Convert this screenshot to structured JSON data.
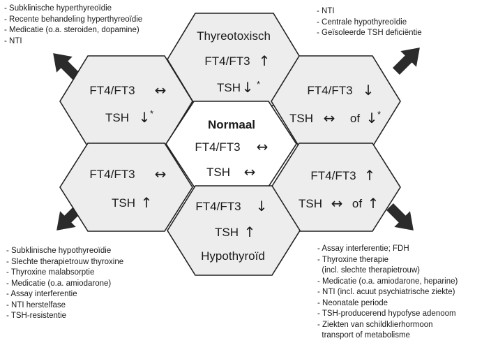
{
  "hexagons": {
    "top": {
      "title": "Thyreotoxisch",
      "ft4_label": "FT4/FT3",
      "ft4_symbol": "↑",
      "tsh_label": "TSH",
      "tsh_symbol": "↓",
      "tsh_note": "*"
    },
    "upper_left": {
      "ft4_label": "FT4/FT3",
      "ft4_symbol": "↔",
      "tsh_label": "TSH",
      "tsh_symbol": "↓",
      "tsh_note": "*"
    },
    "upper_right": {
      "ft4_label": "FT4/FT3",
      "ft4_symbol": "↓",
      "tsh_label": "TSH",
      "tsh_symbol": "↔",
      "tsh_of": "of",
      "tsh_symbol2": "↓",
      "tsh_note": "*"
    },
    "center": {
      "title": "Normaal",
      "ft4_label": "FT4/FT3",
      "ft4_symbol": "↔",
      "tsh_label": "TSH",
      "tsh_symbol": "↔"
    },
    "lower_left": {
      "ft4_label": "FT4/FT3",
      "ft4_symbol": "↔",
      "tsh_label": "TSH",
      "tsh_symbol": "↑"
    },
    "lower_right": {
      "ft4_label": "FT4/FT3",
      "ft4_symbol": "↑",
      "tsh_label": "TSH",
      "tsh_symbol": "↔",
      "tsh_of": "of",
      "tsh_symbol2": "↑"
    },
    "bottom": {
      "title": "Hypothyroïd",
      "ft4_label": "FT4/FT3",
      "ft4_symbol": "↓",
      "tsh_label": "TSH",
      "tsh_symbol": "↑"
    }
  },
  "notes": {
    "top_left": [
      "- Subklinische hyperthyreoïdie",
      "- Recente behandeling hyperthyreoïdie",
      "- Medicatie (o.a. steroiden, dopamine)",
      "- NTI"
    ],
    "top_right": [
      "- NTI",
      "- Centrale hypothyreoïdie",
      "- Geïsoleerde TSH deficiëntie"
    ],
    "bottom_left": [
      "- Subklinische hypothyreoïdie",
      "- Slechte therapietrouw thyroxine",
      "- Thyroxine malabsorptie",
      "- Medicatie (o.a. amiodarone)",
      "- Assay interferentie",
      "- NTI herstelfase",
      "- TSH-resistentie"
    ],
    "bottom_right": [
      "- Assay interferentie; FDH",
      "- Thyroxine therapie",
      "  (incl. slechte therapietrouw)",
      "- Medicatie (o.a. amiodarone, heparine)",
      "- NTI (incl. acuut psychiatrische ziekte)",
      "- Neonatale periode",
      "- TSH-producerend hypofyse adenoom",
      "- Ziekten van schildklierhormoon",
      "  transport of metabolisme"
    ]
  },
  "colors": {
    "hex_fill": "#ededed",
    "center_fill": "#ffffff",
    "stroke": "#222222",
    "arrow": "#2b2b2b"
  }
}
